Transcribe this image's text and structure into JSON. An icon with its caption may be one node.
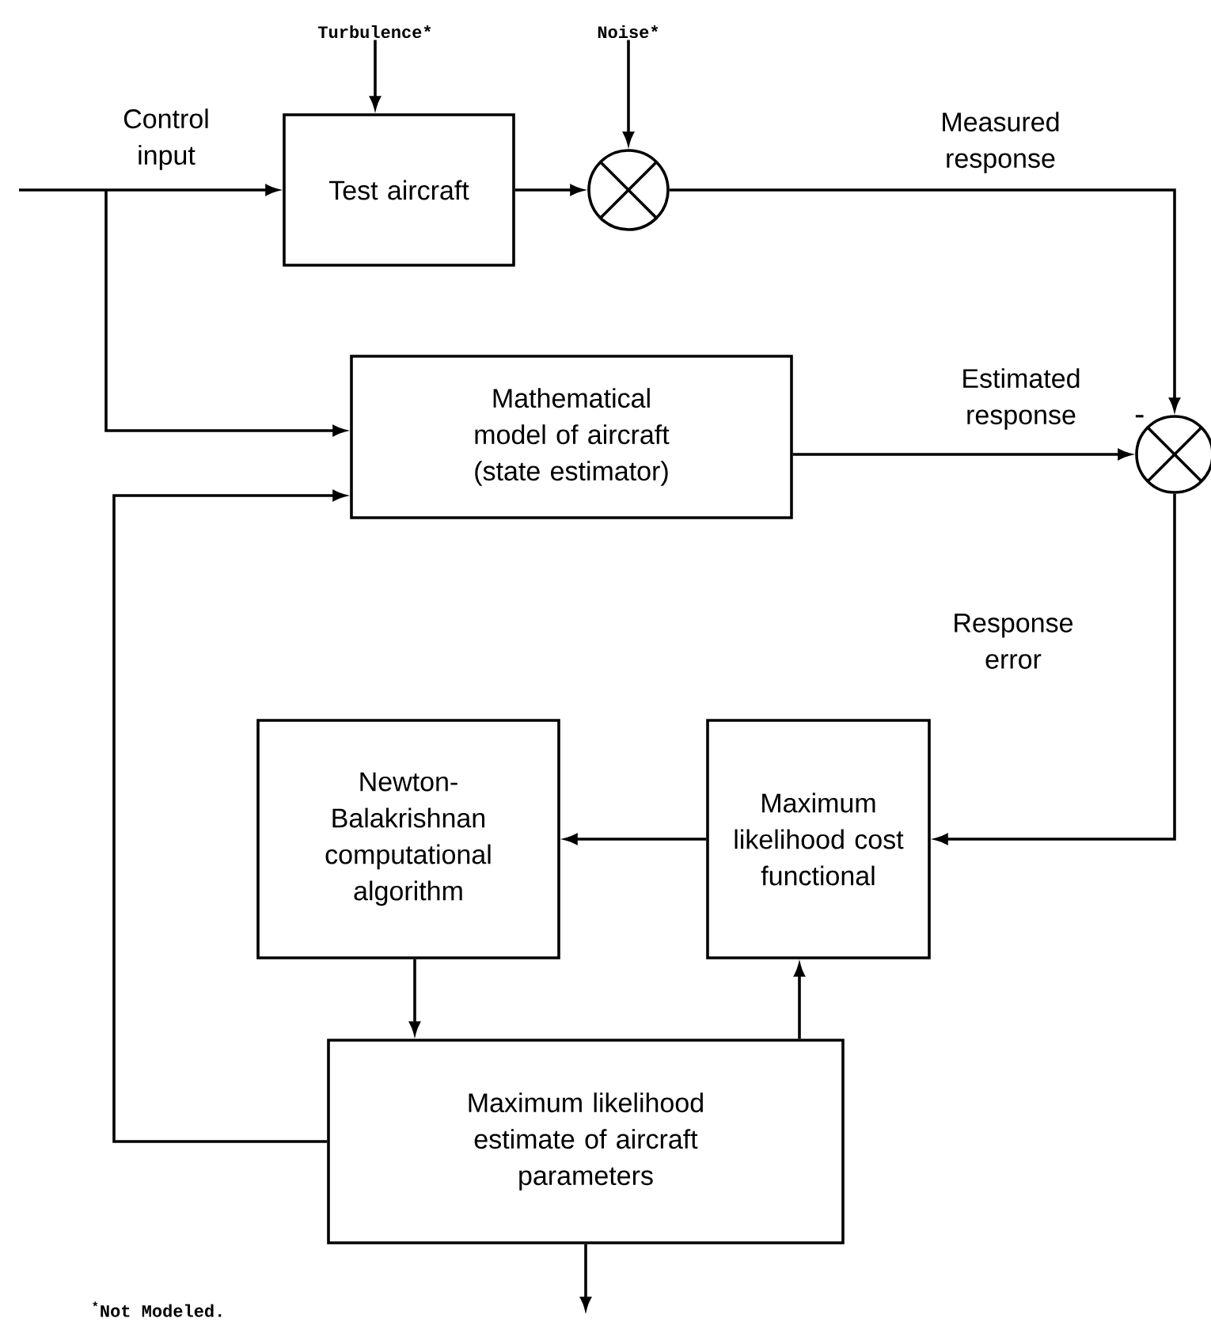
{
  "diagram": {
    "nodes": [
      {
        "text": [
          "Turbulence*"
        ]
      },
      {
        "text": [
          "Noise*"
        ]
      },
      {
        "text": [
          "Test aircraft"
        ]
      },
      {
        "text": [],
        "shape": "circle"
      },
      {
        "text": [
          "Mathematical model of aircraft (state estimator)"
        ]
      },
      {
        "text": [],
        "shape": "circle",
        "beside": [
          "-"
        ]
      },
      {
        "text": [
          "Newton- Balakrishnan computational algorithm"
        ]
      },
      {
        "text": [
          "Maximum likelihood cost functional"
        ]
      },
      {
        "text": [
          "Maximum likelihood estimate of aircraft parameters"
        ]
      }
    ],
    "edges": [
      {
        "from": null,
        "to": 2,
        "arrow": "to",
        "label": "Control input"
      },
      {
        "from": null,
        "to": 4,
        "arrow": "to"
      },
      {
        "from": 0,
        "to": 2,
        "arrow": "to"
      },
      {
        "from": 1,
        "to": 3,
        "arrow": "to"
      },
      {
        "from": 2,
        "to": 3,
        "arrow": "to"
      },
      {
        "from": 3,
        "to": 5,
        "arrow": "to",
        "label": "Measured response"
      },
      {
        "from": 4,
        "to": 5,
        "arrow": "to",
        "label": "Estimated response"
      },
      {
        "from": 5,
        "to": 7,
        "arrow": "to",
        "label": "Response error"
      },
      {
        "from": 7,
        "to": 6,
        "arrow": "to"
      },
      {
        "from": 6,
        "to": 8,
        "arrow": "to"
      },
      {
        "from": 8,
        "to": 7,
        "arrow": "to"
      },
      {
        "from": 8,
        "to": 4,
        "arrow": "to"
      },
      {
        "from": 8,
        "to": null,
        "arrow": "to"
      }
    ],
    "labels": [
      "$^{*}$Not Modeled."
    ]
  }
}
